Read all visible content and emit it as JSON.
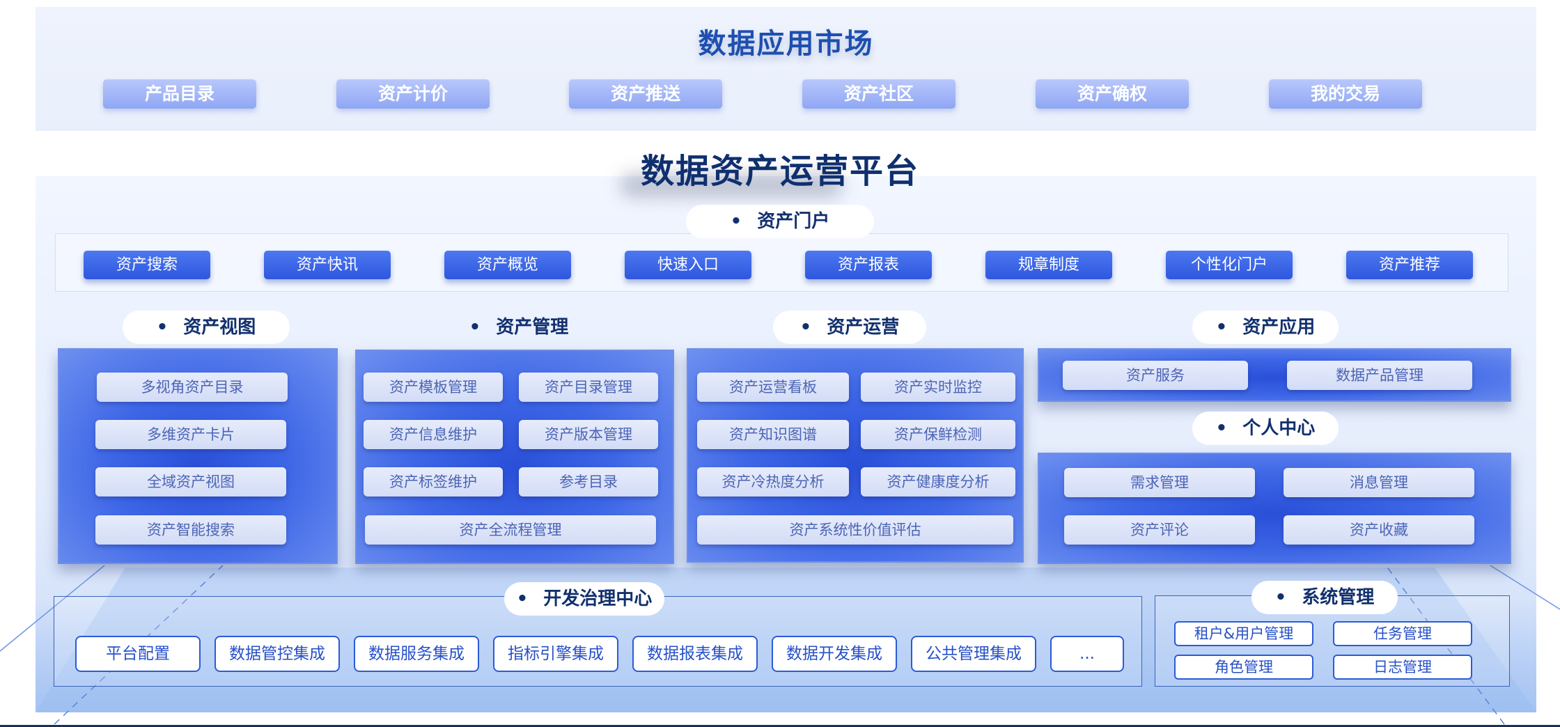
{
  "market": {
    "title": "数据应用市场",
    "items": [
      "产品目录",
      "资产计价",
      "资产推送",
      "资产社区",
      "资产确权",
      "我的交易"
    ]
  },
  "platform": {
    "title": "数据资产运营平台",
    "portal": {
      "label": "资产门户",
      "items": [
        "资产搜索",
        "资产快讯",
        "资产概览",
        "快速入口",
        "资产报表",
        "规章制度",
        "个性化门户",
        "资产推荐"
      ]
    },
    "asset_view": {
      "label": "资产视图",
      "items": [
        "多视角资产目录",
        "多维资产卡片",
        "全域资产视图",
        "资产智能搜索"
      ]
    },
    "asset_management": {
      "label": "资产管理",
      "items": [
        "资产模板管理",
        "资产目录管理",
        "资产信息维护",
        "资产版本管理",
        "资产标签维护",
        "参考目录",
        "资产全流程管理"
      ]
    },
    "asset_operation": {
      "label": "资产运营",
      "items": [
        "资产运营看板",
        "资产实时监控",
        "资产知识图谱",
        "资产保鲜检测",
        "资产冷热度分析",
        "资产健康度分析",
        "资产系统性价值评估"
      ]
    },
    "asset_application": {
      "label": "资产应用",
      "items": [
        "资产服务",
        "数据产品管理"
      ]
    },
    "personal_center": {
      "label": "个人中心",
      "items": [
        "需求管理",
        "消息管理",
        "资产评论",
        "资产收藏"
      ]
    },
    "dev_governance": {
      "label": "开发治理中心",
      "items": [
        "平台配置",
        "数据管控集成",
        "数据服务集成",
        "指标引擎集成",
        "数据报表集成",
        "数据开发集成",
        "公共管理集成",
        "..."
      ]
    },
    "system_management": {
      "label": "系统管理",
      "items": [
        "租户&用户管理",
        "任务管理",
        "角色管理",
        "日志管理"
      ]
    }
  }
}
